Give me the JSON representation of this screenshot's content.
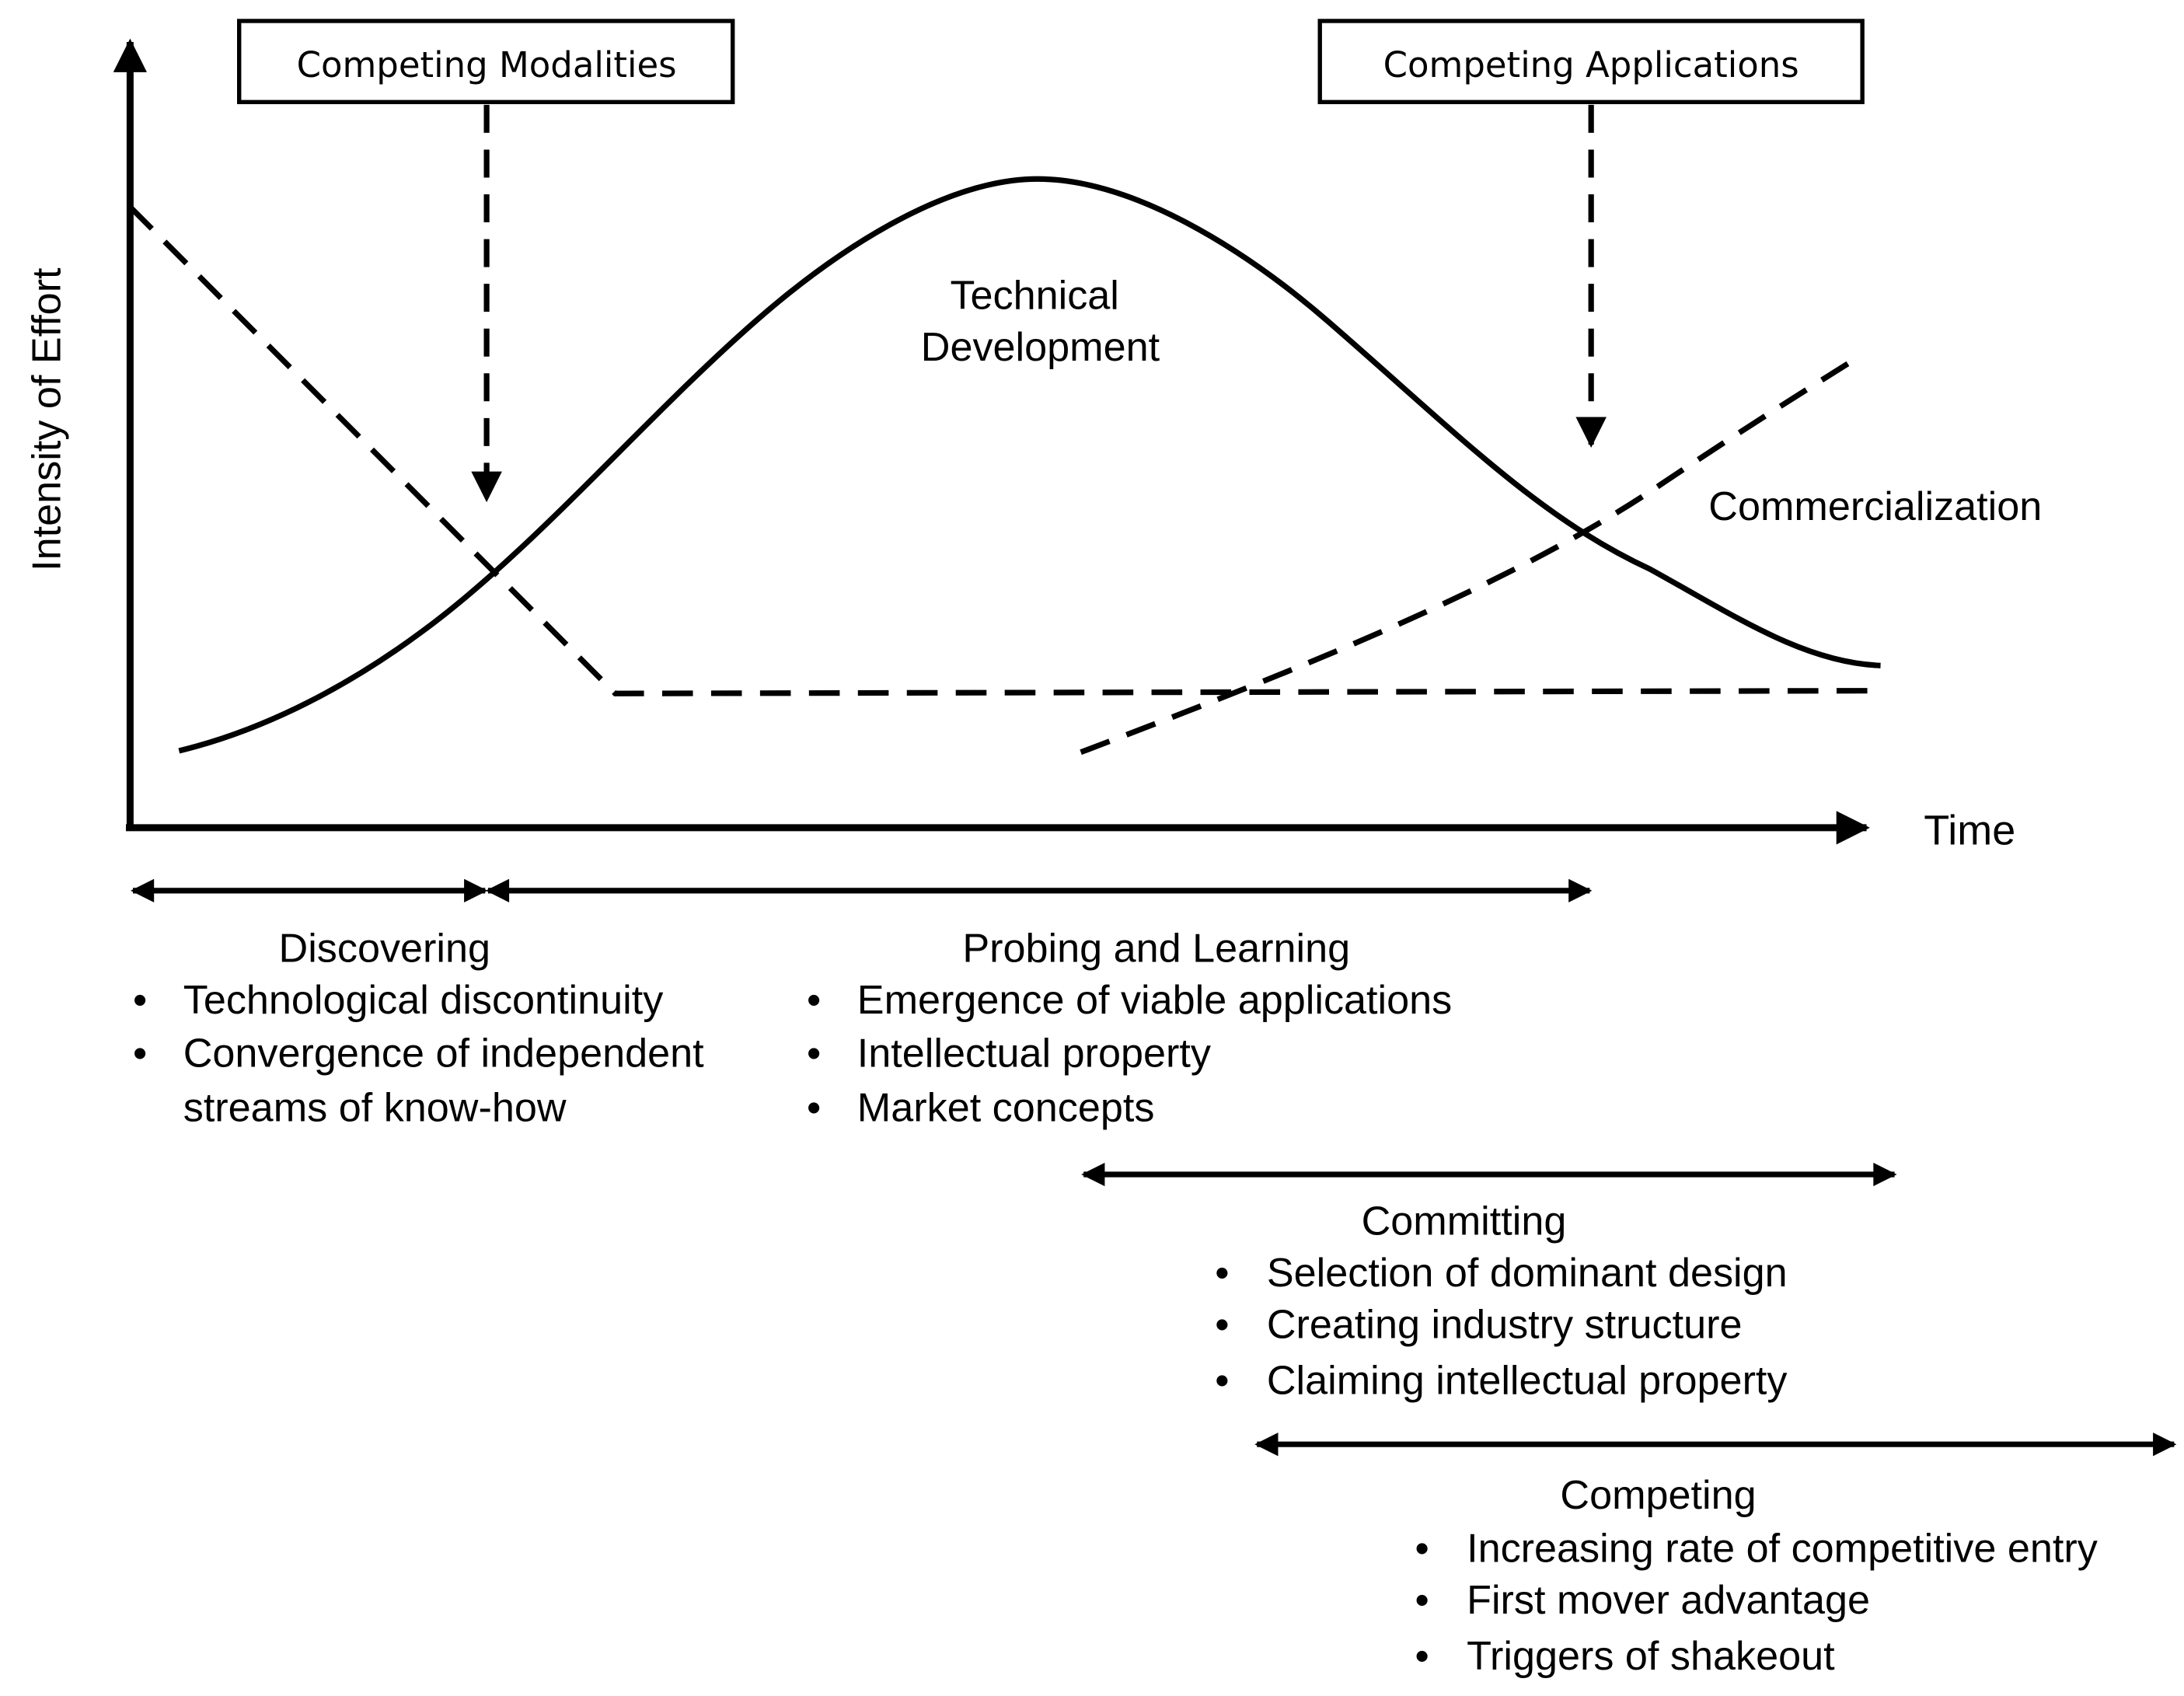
{
  "axes": {
    "y_label": "Intensity of Effort",
    "x_label": "Time"
  },
  "callouts": {
    "modalities": "Competing Modalities",
    "applications": "Competing Applications"
  },
  "curves": {
    "technical": [
      "Technical",
      "Development"
    ],
    "commercialization": "Commercialization"
  },
  "phases": [
    {
      "title": "Discovering",
      "bullets": [
        "Technological discontinuity",
        "Convergence of independent",
        "streams of know-how"
      ]
    },
    {
      "title": "Probing and Learning",
      "bullets": [
        "Emergence of viable applications",
        "Intellectual property",
        "Market concepts"
      ]
    },
    {
      "title": "Committing",
      "bullets": [
        "Selection of dominant design",
        "Creating industry structure",
        "Claiming intellectual property"
      ]
    },
    {
      "title": "Competing",
      "bullets": [
        "Increasing rate of competitive entry",
        "First mover advantage",
        "Triggers of shakeout"
      ]
    }
  ],
  "bullet_char": "•",
  "colors": {
    "ink": "#000000",
    "background": "#ffffff"
  }
}
